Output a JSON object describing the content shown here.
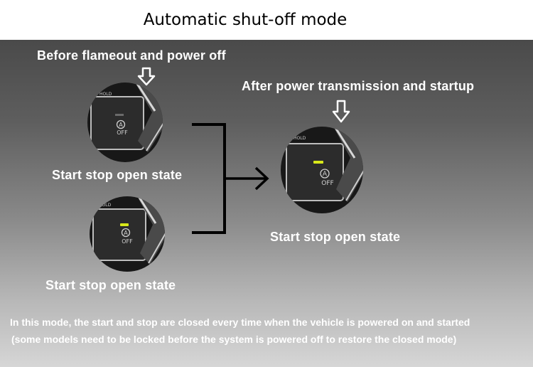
{
  "title": "Automatic shut-off mode",
  "labels": {
    "before": "Before flameout and power off",
    "after": "After power transmission and startup",
    "state_top": "Start stop open state",
    "state_bottom": "Start stop open state",
    "state_right": "Start stop open state"
  },
  "button": {
    "hold_text": "HOLD",
    "a_symbol": "A",
    "off_text": "OFF"
  },
  "indicators": {
    "top_left": "off",
    "bottom_left": "on",
    "right": "on"
  },
  "notes": {
    "line1": "In this mode, the start and stop are closed every time when the vehicle is powered on and started",
    "line2": "(some models need to be locked before the system is powered off to restore the closed mode)"
  },
  "colors": {
    "indicator_on": "#d8e81a",
    "indicator_off": "#6a6a6a"
  }
}
